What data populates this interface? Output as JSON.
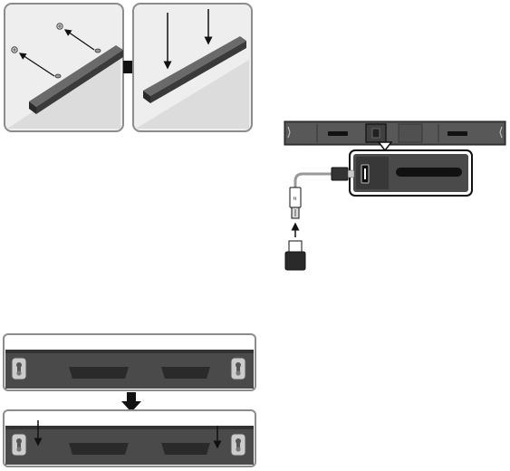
{
  "diagram": {
    "panels": {
      "mount_before": "soundbar-held-near-wall-screws",
      "mount_after": "soundbar-hooked-on-wall-screws",
      "usb_connection": "usb-cable-into-soundbar-rear-port",
      "bracket_before": "bracket-holes-above-screws",
      "bracket_after": "bracket-slid-down-onto-screws"
    },
    "icons": {
      "usb_symbol": "⮂"
    },
    "colors": {
      "soundbar": "#3a3a3a",
      "soundbar_top": "#6a6a6a",
      "wall_panel": "#eeeeee",
      "wall_shadow": "#dcdcdc",
      "frame": "#8c8c8c",
      "arrow": "#111111",
      "highlight_box": "#000000",
      "port_area": "#4a4a4a"
    }
  }
}
